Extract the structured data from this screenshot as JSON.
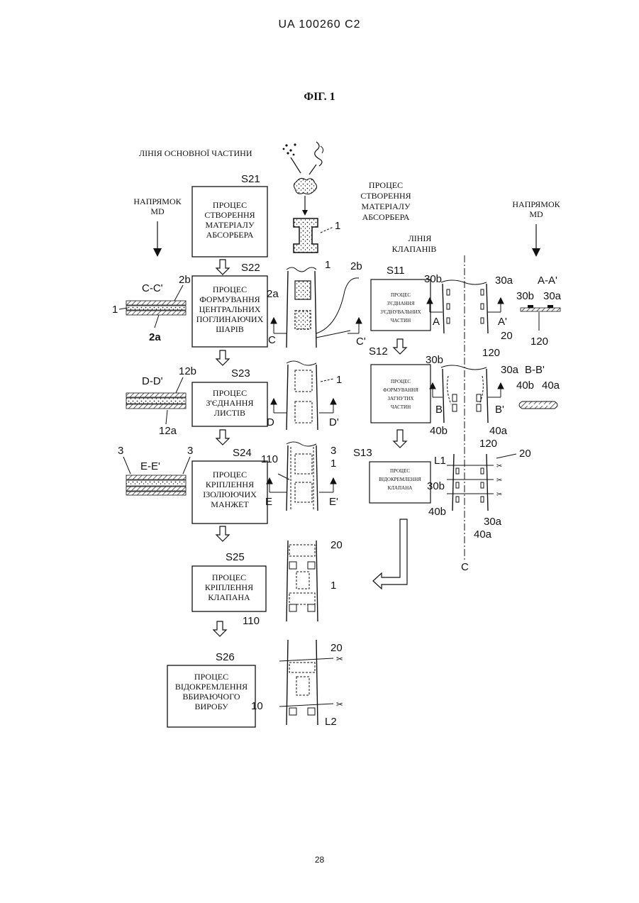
{
  "header": "UA   100260   C2",
  "figure_title": "ФІГ. 1",
  "page_number": "28",
  "main_line_label": "ЛІНІЯ ОСНОВНОЇ ЧАСТИНИ",
  "direction_left": [
    "НАПРЯМОК",
    "MD"
  ],
  "direction_right": [
    "НАПРЯМОК",
    "MD"
  ],
  "absorber_process_label": [
    "ПРОЦЕС",
    "СТВОРЕННЯ",
    "МАТЕРІАЛУ",
    "АБСОРБЕРА"
  ],
  "valve_line_label": [
    "ЛІНІЯ",
    "КЛАПАНІВ"
  ],
  "steps": {
    "s21": {
      "id": "S21",
      "lines": [
        "ПРОЦЕС",
        "СТВОРЕННЯ",
        "МАТЕРІАЛУ",
        "АБСОРБЕРА"
      ]
    },
    "s22": {
      "id": "S22",
      "lines": [
        "ПРОЦЕС",
        "ФОРМУВАННЯ",
        "ЦЕНТРАЛЬНИХ",
        "ПОГЛИНАЮЧИХ",
        "ШАРІВ"
      ]
    },
    "s23": {
      "id": "S23",
      "lines": [
        "ПРОЦЕС",
        "З'ЄДНАННЯ",
        "ЛИСТІВ"
      ]
    },
    "s24": {
      "id": "S24",
      "lines": [
        "ПРОЦЕС",
        "КРІПЛЕННЯ",
        "ІЗОЛЮЮЧИХ",
        "МАНЖЕТ"
      ]
    },
    "s25": {
      "id": "S25",
      "lines": [
        "ПРОЦЕС",
        "КРІПЛЕННЯ",
        "КЛАПАНА"
      ]
    },
    "s26": {
      "id": "S26",
      "lines": [
        "ПРОЦЕС",
        "ВІДОКРЕМЛЕННЯ",
        "ВБИРАЮЧОГО",
        "ВИРОБУ"
      ]
    },
    "s11": {
      "id": "S11",
      "lines": [
        "ПРОЦЕС",
        "З'ЄДНАННЯ",
        "З'ЄДНУВАЛЬНИХ",
        "ЧАСТИН"
      ]
    },
    "s12": {
      "id": "S12",
      "lines": [
        "ПРОЦЕС",
        "ФОРМУВАННЯ",
        "ЗАГНУТИХ",
        "ЧАСТИН"
      ]
    },
    "s13": {
      "id": "S13",
      "lines": [
        "ПРОЦЕС",
        "ВІДОКРЕМЛЕННЯ",
        "КЛАПАНА"
      ]
    }
  },
  "sections": {
    "cc": "C-C'",
    "dd": "D-D'",
    "ee": "E-E'",
    "aa": "A-A'",
    "bb": "B-B'"
  },
  "refs": {
    "r1": "1",
    "r2a": "2a",
    "r2b": "2b",
    "r3": "3",
    "r10": "10",
    "r12a": "12a",
    "r12b": "12b",
    "r20": "20",
    "r30a": "30a",
    "r30b": "30b",
    "r40a": "40a",
    "r40b": "40b",
    "r110": "110",
    "r120": "120",
    "L1": "L1",
    "L2": "L2",
    "A": "A",
    "A_": "A'",
    "B": "B",
    "B_": "B'",
    "C": "C",
    "C_": "C'",
    "D": "D",
    "D_": "D'",
    "E": "E",
    "E_": "E'"
  }
}
